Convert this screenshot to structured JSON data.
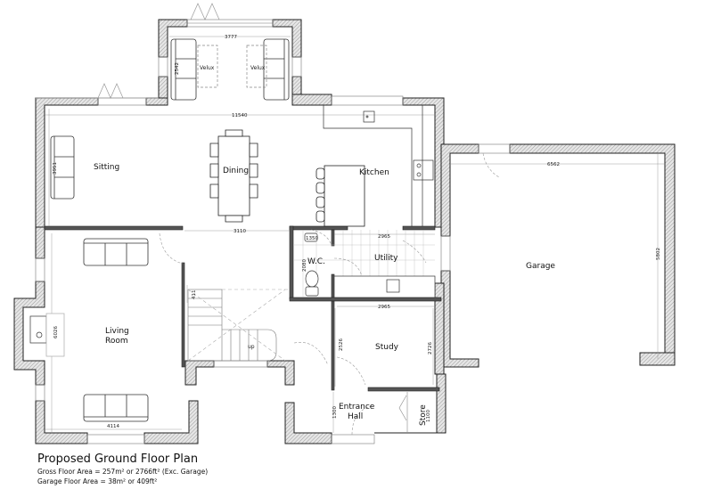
{
  "plan": {
    "title": "Proposed Ground Floor Plan",
    "gross_floor_area": "Gross Floor Area = 257m² or 2766ft² (Exc. Garage)",
    "garage_floor_area": "Garage Floor Area = 38m² or 409ft²"
  },
  "rooms": {
    "sitting": "Sitting",
    "dining": "Dining",
    "kitchen": "Kitchen",
    "wc": "W.C.",
    "utility": "Utility",
    "garage": "Garage",
    "living_line1": "Living",
    "living_line2": "Room",
    "study": "Study",
    "entrance_line1": "Entrance",
    "entrance_line2": "Hall",
    "store": "Store"
  },
  "fixtures": {
    "velux_left": "Velux",
    "velux_right": "Velux",
    "stair_up": "up"
  },
  "dimensions": {
    "bay_width": "3777",
    "bay_depth": "2542",
    "main_width": "11540",
    "sitting_depth": "3951",
    "hall_width": "3110",
    "wc_width": "1350",
    "utility_width": "2965",
    "wc_depth": "2080",
    "garage_width": "6562",
    "garage_depth": "5802",
    "living_depth": "6026",
    "living_width": "4114",
    "stair_dim": "411",
    "study_width": "2965",
    "study_depth_left": "2526",
    "study_depth_right": "2726",
    "entrance_depth": "1300",
    "store_depth": "1100"
  }
}
